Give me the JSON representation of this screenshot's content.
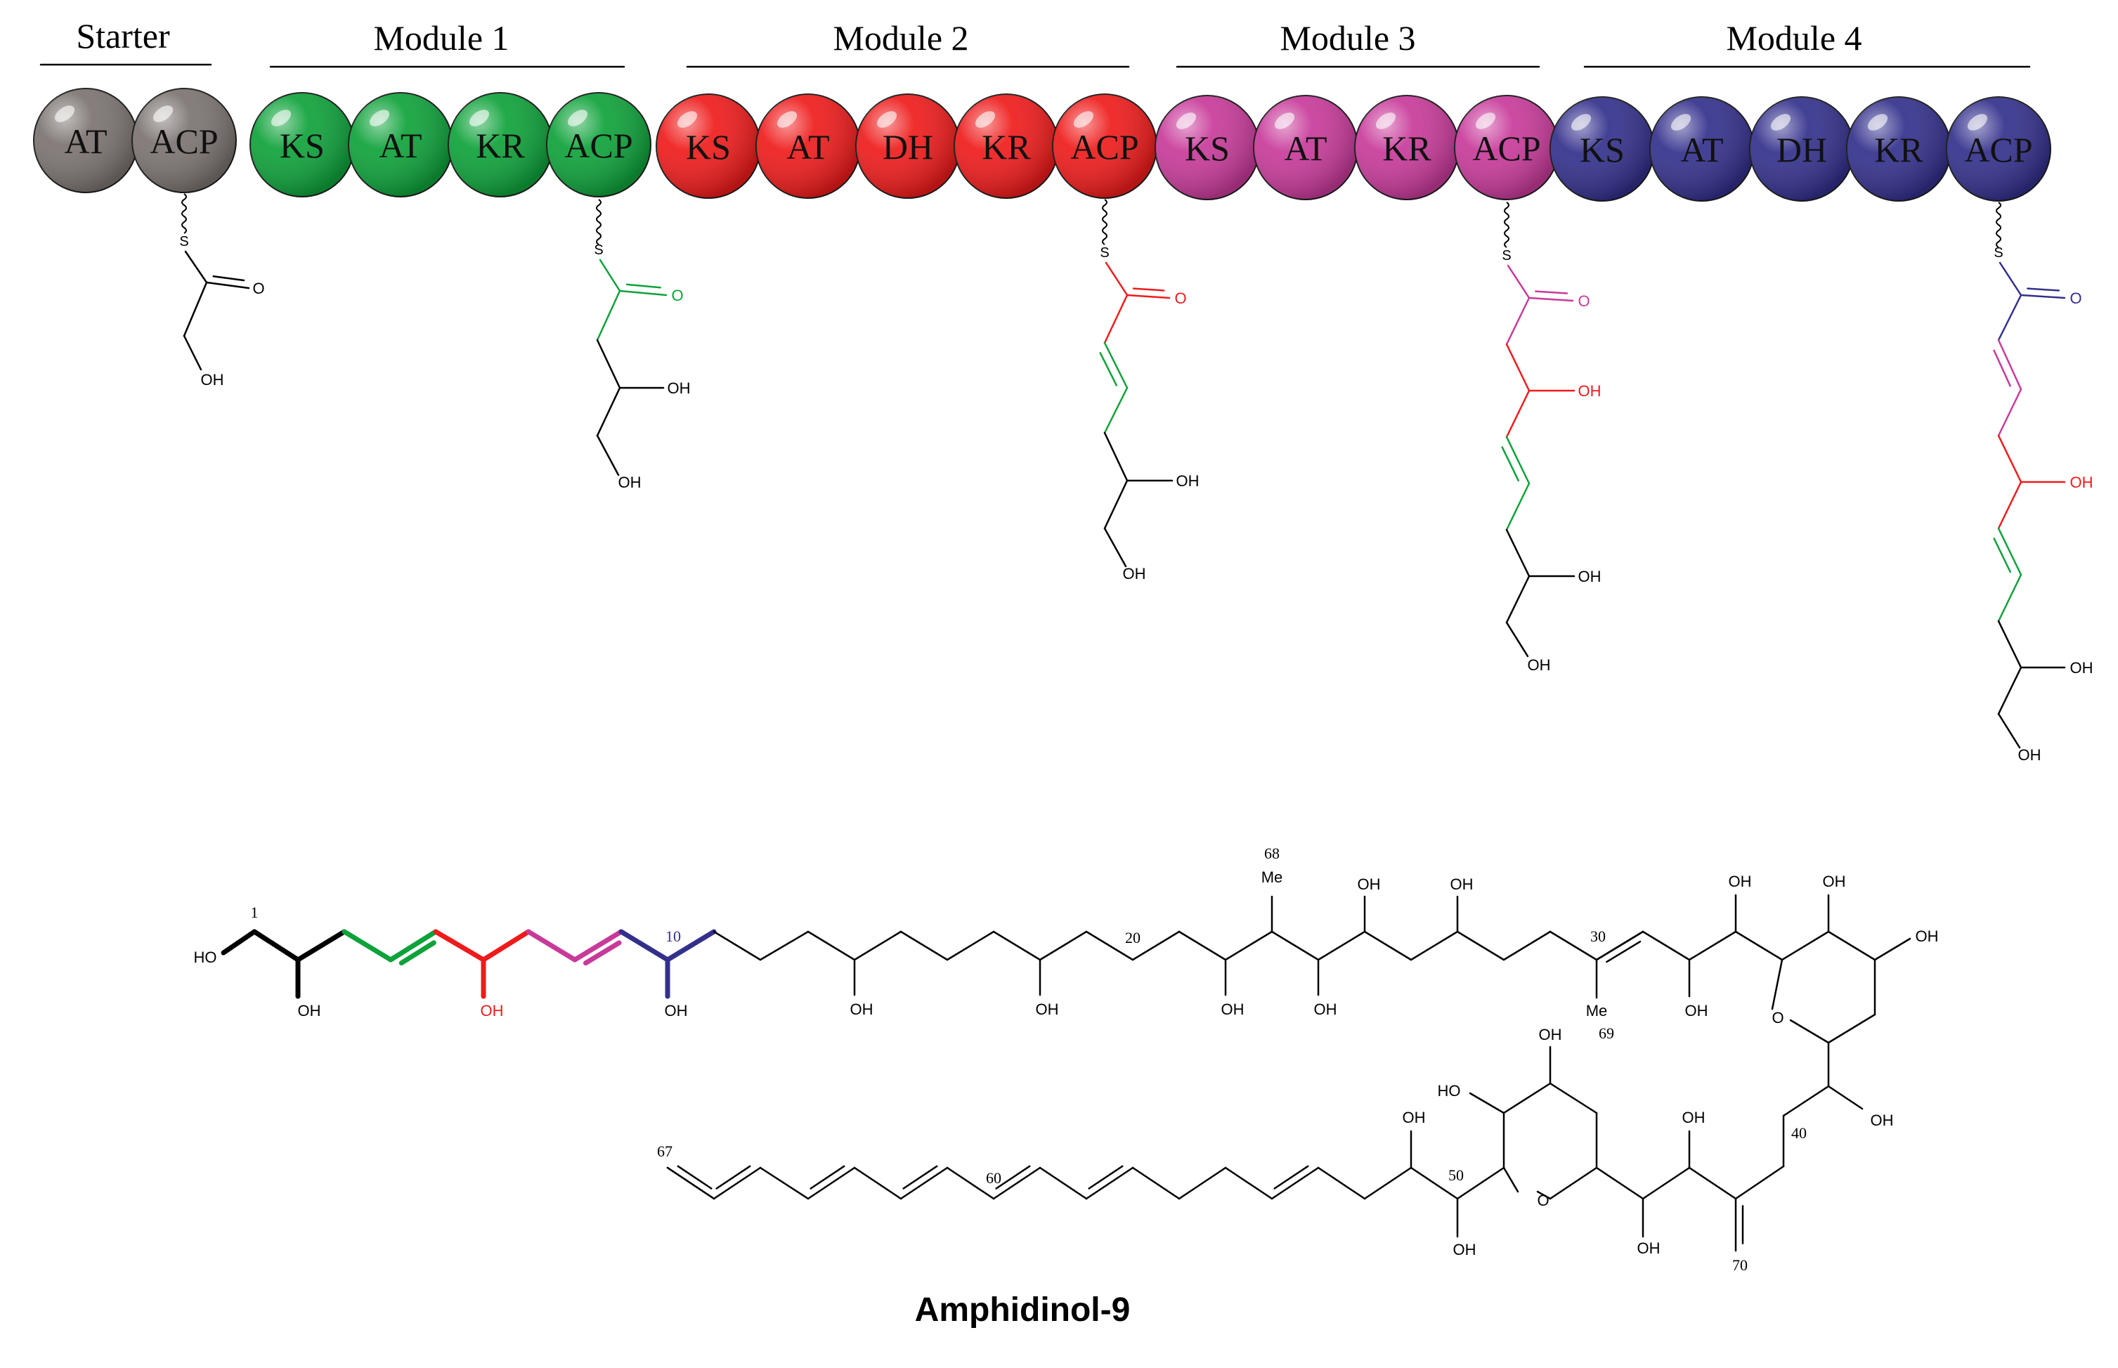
{
  "colors": {
    "starter": "#7b7370",
    "module1": "#0ea23a",
    "module2": "#ef1b1b",
    "module3": "#c83a9a",
    "module4": "#33308c",
    "black": "#000000"
  },
  "modules": [
    {
      "title": "Starter",
      "color_key": "starter",
      "domains": [
        "AT",
        "ACP"
      ]
    },
    {
      "title": "Module 1",
      "color_key": "module1",
      "domains": [
        "KS",
        "AT",
        "KR",
        "ACP"
      ]
    },
    {
      "title": "Module 2",
      "color_key": "module2",
      "domains": [
        "KS",
        "AT",
        "DH",
        "KR",
        "ACP"
      ]
    },
    {
      "title": "Module 3",
      "color_key": "module3",
      "domains": [
        "KS",
        "AT",
        "KR",
        "ACP"
      ]
    },
    {
      "title": "Module 4",
      "color_key": "module4",
      "domains": [
        "KS",
        "AT",
        "DH",
        "KR",
        "ACP"
      ]
    }
  ],
  "atoms": {
    "sulfur": "S",
    "oxygen": "O",
    "hydroxyl_right": "OH",
    "hydroxyl_left": "HO",
    "methyl": "Me"
  },
  "numbering": {
    "c1": "1",
    "c10": "10",
    "c20": "20",
    "c30": "30",
    "c40": "40",
    "c50": "50",
    "c60": "60",
    "c67": "67",
    "c68": "68",
    "c69": "69",
    "c70": "70"
  },
  "compound_name": "Amphidinol-9"
}
